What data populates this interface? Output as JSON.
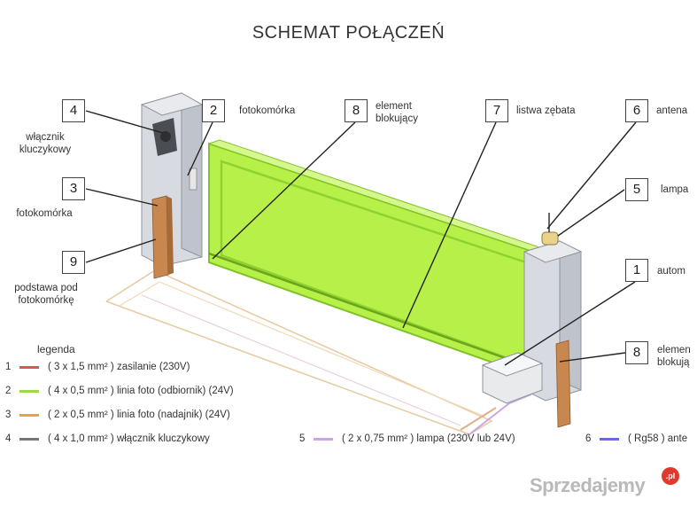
{
  "title": "SCHEMAT POŁĄCZEŃ",
  "callouts": [
    {
      "num": "4",
      "label": "włącznik kluczykowy"
    },
    {
      "num": "2",
      "label": "fotokomórka"
    },
    {
      "num": "8",
      "label": "element blokujący"
    },
    {
      "num": "7",
      "label": "listwa zębata"
    },
    {
      "num": "6",
      "label": "antena"
    },
    {
      "num": "3",
      "label": "fotokomórka"
    },
    {
      "num": "5",
      "label": "lampa"
    },
    {
      "num": "9",
      "label": "podstawa pod fotokomórkę"
    },
    {
      "num": "1",
      "label": "autom"
    },
    {
      "num": "8",
      "label": "elemen blokują"
    }
  ],
  "legend": {
    "title": "legenda",
    "items": [
      {
        "num": "1",
        "text": "( 3 x 1,5 mm² ) zasilanie (230V)",
        "color": "#e0554f"
      },
      {
        "num": "2",
        "text": "( 4 x 0,5 mm² ) linia foto (odbiornik) (24V)",
        "color": "#9ad94a"
      },
      {
        "num": "3",
        "text": "( 2 x 0,5 mm² ) linia foto (nadajnik) (24V)",
        "color": "#f0a040"
      },
      {
        "num": "4",
        "text": "( 4 x 1,0 mm² ) włącznik kluczykowy",
        "color": "#777777"
      },
      {
        "num": "5",
        "text": "( 2 x 0,75 mm² ) lampa (230V lub 24V)",
        "color": "#c9a6e6"
      },
      {
        "num": "6",
        "text": "( Rg58 ) ante",
        "color": "#6a6ae0"
      }
    ]
  },
  "watermark": {
    "text": "Sprzedajemy",
    "badge": ".pl"
  },
  "colors": {
    "gate": "#b8f04a",
    "gate_edge": "#7fc225",
    "post": "#c9ccd4",
    "mount": "#c8874e"
  }
}
